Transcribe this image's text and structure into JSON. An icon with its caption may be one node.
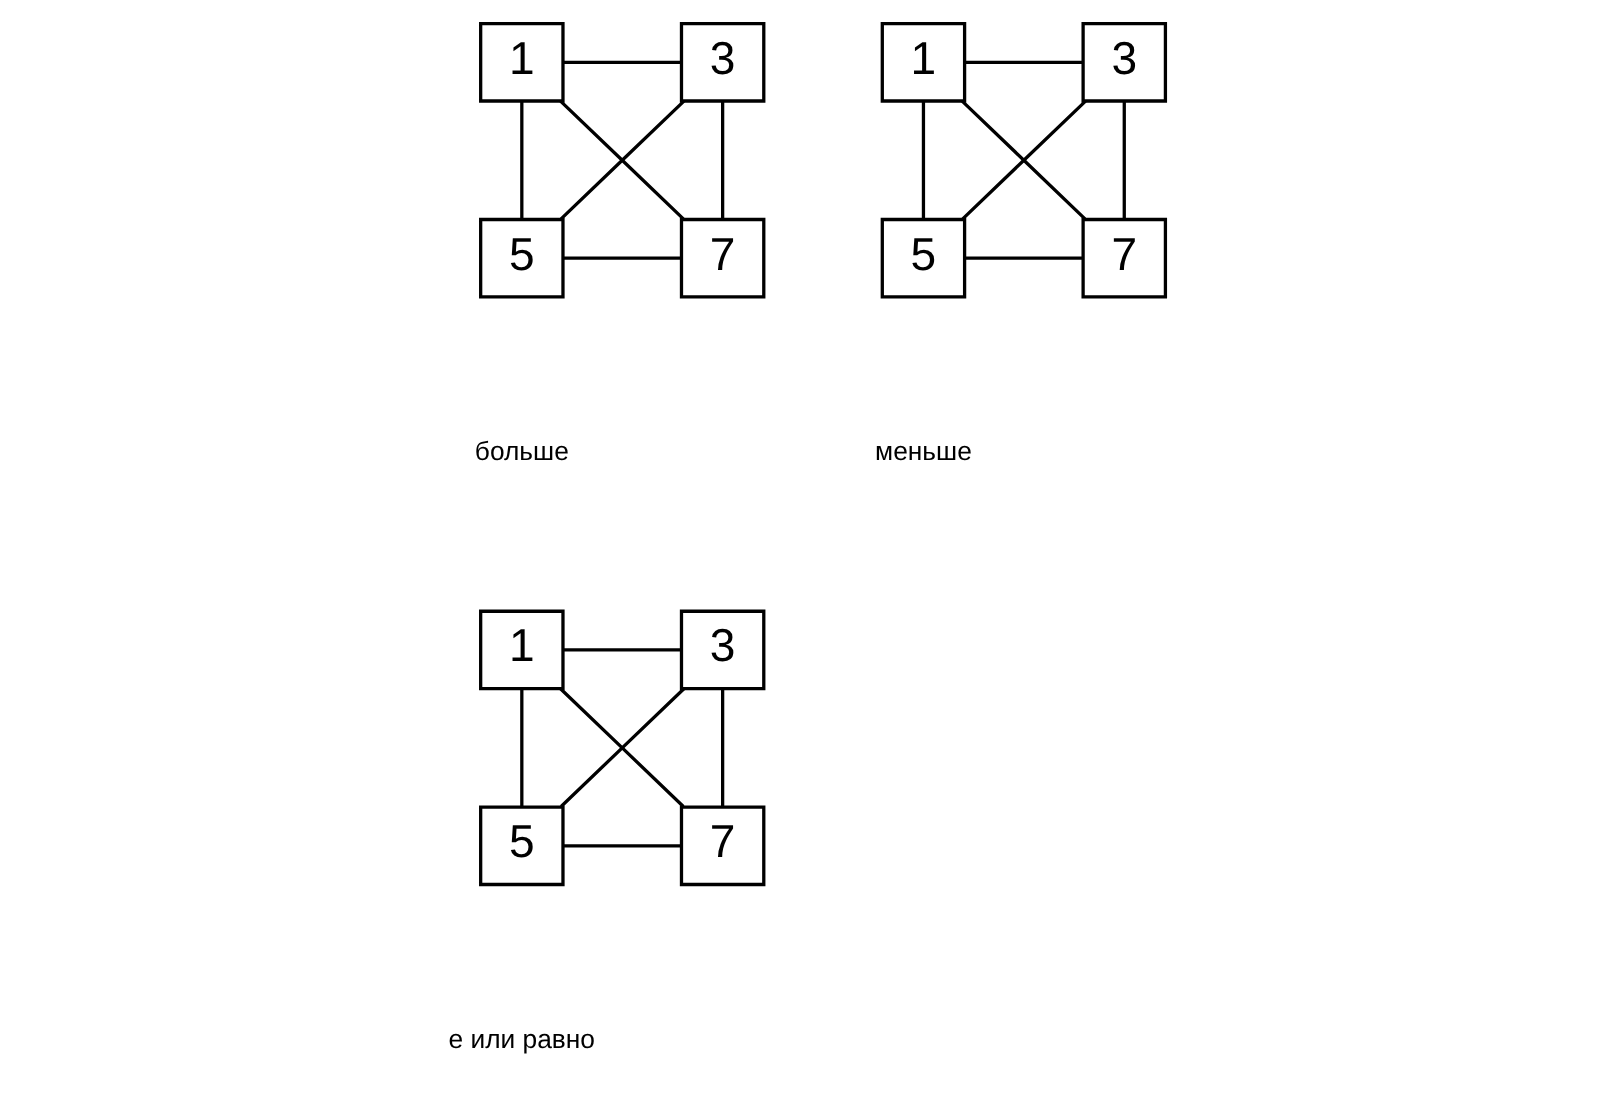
{
  "diagram": {
    "nodes": [
      {
        "text": [
          "1"
        ]
      },
      {
        "text": [
          "3"
        ]
      },
      {
        "text": [
          "5"
        ]
      },
      {
        "text": [
          "7"
        ]
      },
      {
        "text": [
          "1"
        ]
      },
      {
        "text": [
          "3"
        ]
      },
      {
        "text": [
          "5"
        ]
      },
      {
        "text": [
          "7"
        ]
      },
      {
        "text": [
          "1"
        ]
      },
      {
        "text": [
          "3"
        ]
      },
      {
        "text": [
          "5"
        ]
      },
      {
        "text": [
          "7"
        ]
      }
    ],
    "edges": [
      {
        "from": 0,
        "to": 1,
        "arrow": "none"
      },
      {
        "from": 0,
        "to": 2,
        "arrow": "none"
      },
      {
        "from": 0,
        "to": 3,
        "arrow": "none"
      },
      {
        "from": 1,
        "to": 2,
        "arrow": "none"
      },
      {
        "from": 1,
        "to": 3,
        "arrow": "none"
      },
      {
        "from": 2,
        "to": 3,
        "arrow": "none"
      },
      {
        "from": 4,
        "to": 5,
        "arrow": "none"
      },
      {
        "from": 4,
        "to": 6,
        "arrow": "none"
      },
      {
        "from": 4,
        "to": 7,
        "arrow": "none"
      },
      {
        "from": 5,
        "to": 6,
        "arrow": "none"
      },
      {
        "from": 5,
        "to": 7,
        "arrow": "none"
      },
      {
        "from": 6,
        "to": 7,
        "arrow": "none"
      },
      {
        "from": 8,
        "to": 9,
        "arrow": "none"
      },
      {
        "from": 8,
        "to": 10,
        "arrow": "none"
      },
      {
        "from": 8,
        "to": 11,
        "arrow": "none"
      },
      {
        "from": 9,
        "to": 10,
        "arrow": "none"
      },
      {
        "from": 9,
        "to": 11,
        "arrow": "none"
      },
      {
        "from": 10,
        "to": 11,
        "arrow": "none"
      }
    ],
    "labels": [
      "больше",
      "меньше",
      "е или равно"
    ]
  }
}
